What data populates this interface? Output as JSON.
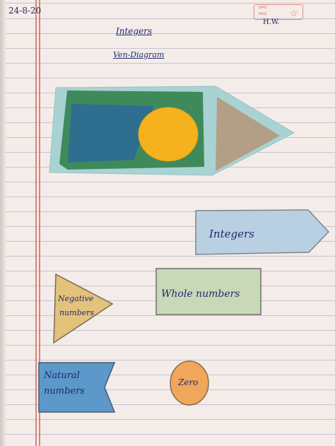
{
  "header": {
    "date": "24-8-20",
    "date_box_date": "DATE",
    "date_box_page": "PAGE",
    "homework_mark": "H.W."
  },
  "title": "Integers",
  "subtitle": "Ven-Diagram",
  "legend": {
    "integers": "Integers",
    "whole_numbers": "Whole numbers",
    "negative_line1": "Negative",
    "negative_line2": "numbers",
    "natural_line1": "Natural",
    "natural_line2": "numbers",
    "zero": "Zero"
  },
  "colors": {
    "light_blue_card": "#a9d3d3",
    "green_card": "#3f8a5b",
    "blue_card": "#2e6e8f",
    "yellow_circle": "#f5b21c",
    "tan_triangle": "#b39f86",
    "integers_crayon": "#b9cfe2",
    "whole_crayon": "#c9d8b6",
    "negative_crayon": "#e3c27c",
    "natural_crayon": "#5c98c9",
    "zero_crayon": "#f0a65b",
    "ink": "#1e2a6e"
  }
}
